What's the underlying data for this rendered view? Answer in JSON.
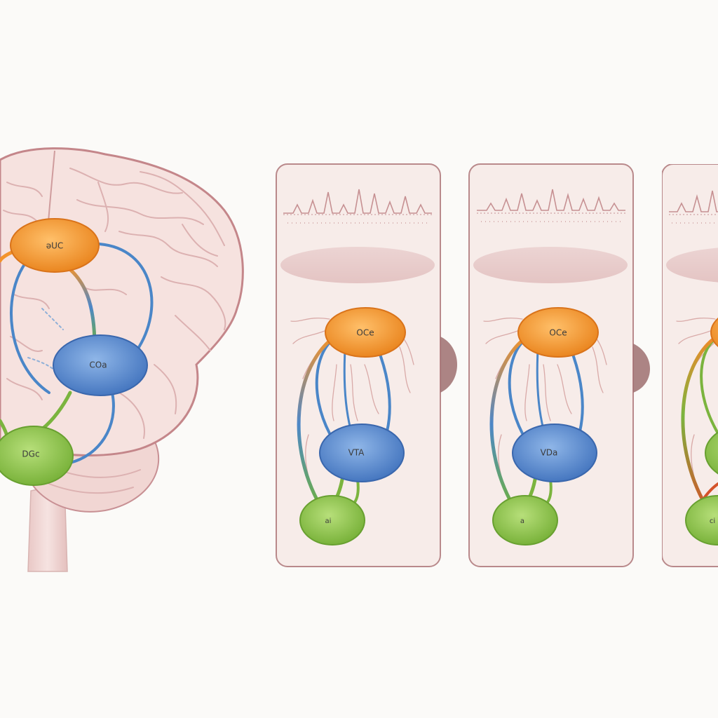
{
  "brain": {
    "nodes": {
      "top": "ǝUC",
      "mid": "COa",
      "bottom": "DGc"
    }
  },
  "panels": [
    {
      "top": "OCe",
      "mid": "VTA",
      "bottom": "ai"
    },
    {
      "top": "OCe",
      "mid": "VDa",
      "bottom": "a"
    },
    {
      "top": "",
      "mid": "",
      "bottom": "ci"
    }
  ],
  "colors": {
    "background": "#fbfaf8",
    "brain_fill": "#f3dcd8",
    "brain_outline": "#c4868a",
    "node_orange": "#f39a2c",
    "node_blue": "#5b8fd0",
    "node_green": "#8cc24a",
    "pathway_blue": "#4a86c8",
    "panel_fill": "#f7ece9",
    "panel_border": "#b9898b"
  }
}
